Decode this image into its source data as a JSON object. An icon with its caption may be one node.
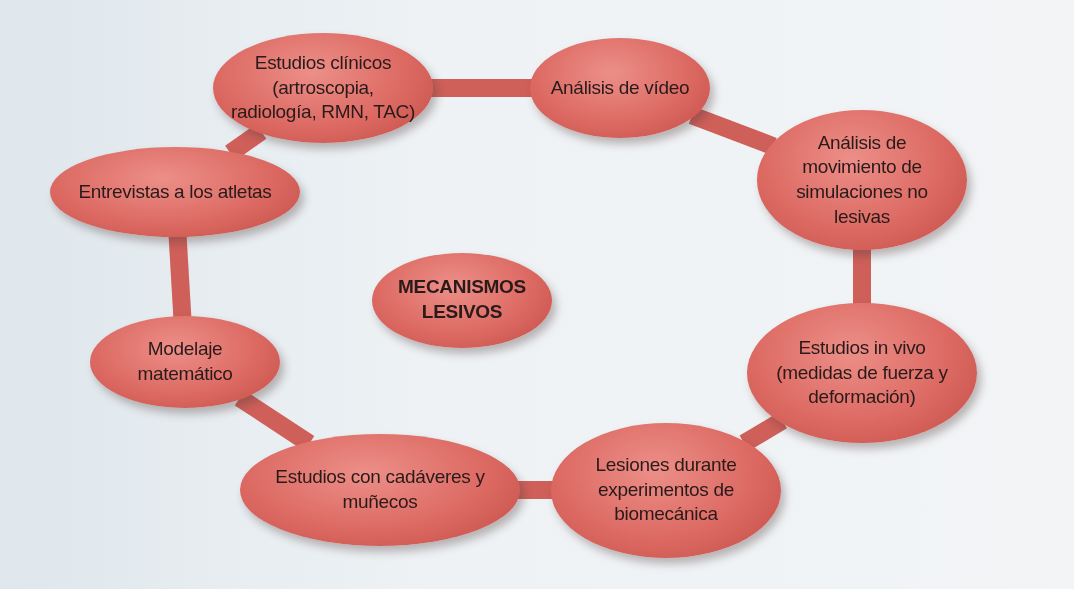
{
  "diagram": {
    "nodes": [
      {
        "text": [
          "Estudios clínicos (artroscopia, radiología, RMN, TAC)"
        ]
      },
      {
        "text": [
          "Análisis de vídeo"
        ]
      },
      {
        "text": [
          "Entrevistas a los atletas"
        ]
      },
      {
        "text": [
          "Análisis de movimiento de simulaciones no lesivas"
        ]
      },
      {
        "text": [
          "MECANISMOS LESIVOS"
        ]
      },
      {
        "text": [
          "Modelaje matemático"
        ]
      },
      {
        "text": [
          "Estudios in vivo (medidas de fuerza y deformación)"
        ]
      },
      {
        "text": [
          "Estudios con cadáveres y muñecos"
        ]
      },
      {
        "text": [
          "Lesiones durante experimentos de biomecánica"
        ]
      }
    ],
    "edges": [
      {
        "from": 0,
        "to": 1,
        "arrow": "none"
      },
      {
        "from": 1,
        "to": 3,
        "arrow": "none"
      },
      {
        "from": 3,
        "to": 6,
        "arrow": "none"
      },
      {
        "from": 6,
        "to": 8,
        "arrow": "none"
      },
      {
        "from": 8,
        "to": 7,
        "arrow": "none"
      },
      {
        "from": 7,
        "to": 5,
        "arrow": "none"
      },
      {
        "from": 5,
        "to": 2,
        "arrow": "none"
      },
      {
        "from": 2,
        "to": 0,
        "arrow": "none"
      }
    ]
  }
}
